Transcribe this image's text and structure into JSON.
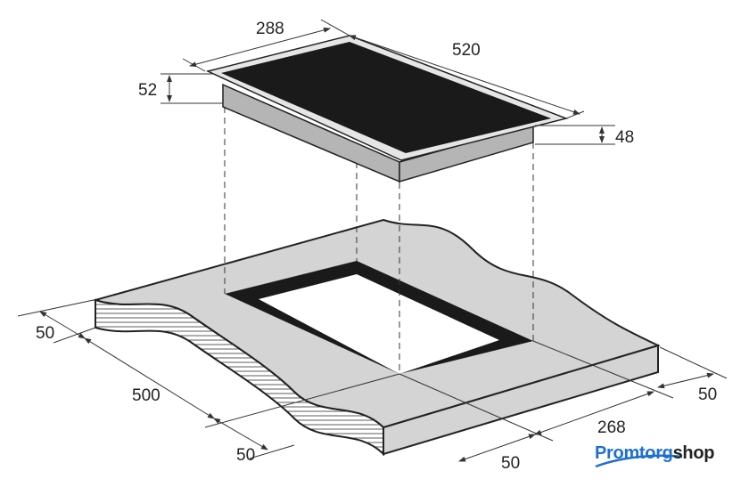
{
  "diagram": {
    "title": "Built-in hob installation dimensions",
    "hob": {
      "width": "288",
      "depth": "520",
      "height_total": "52",
      "height_body": "48"
    },
    "cutout": {
      "left_margin": "50",
      "depth": "500",
      "front_margin": "50",
      "back_margin": "50",
      "width": "268",
      "right_margin": "50"
    }
  },
  "logo": {
    "part1": "Promtorg",
    "part2": "shop"
  },
  "colors": {
    "surface": "#d4d4d4",
    "panel": "#1a1a1a",
    "brand": "#1f6fd1"
  }
}
